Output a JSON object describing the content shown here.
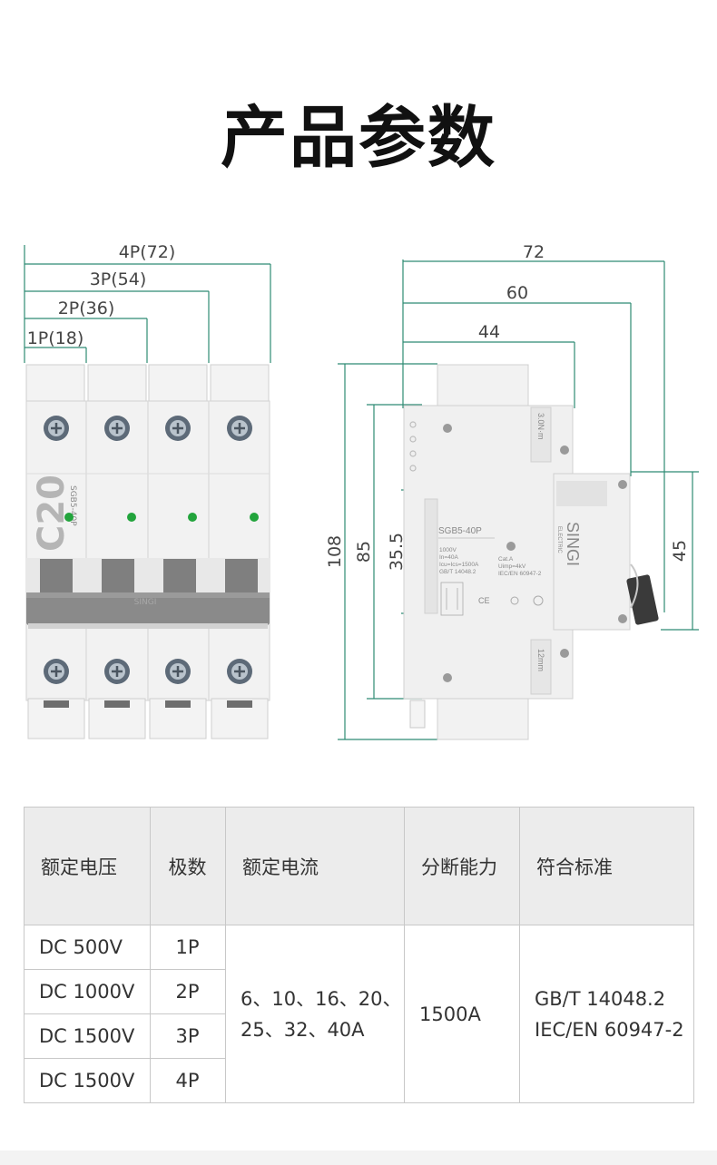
{
  "title": "产品参数",
  "front_view": {
    "dimensions": [
      "1P(18)",
      "2P(36)",
      "3P(54)",
      "4P(72)"
    ],
    "rating_label": "C20",
    "model_label": "SGB5-40P",
    "brand": "SINGI"
  },
  "side_view": {
    "widths": [
      "44",
      "60",
      "72"
    ],
    "heights": [
      "35.5",
      "85",
      "108",
      "45"
    ],
    "model_label": "SGB5-40P",
    "brand": "SINGI",
    "brand_sub": "ELECTRIC",
    "spec_lines": [
      "1000V",
      "In=40A",
      "Icu=Ics=1500A",
      "GB/T 14048.2"
    ],
    "spec_lines_right": [
      "Cat.A",
      "Uimp=4kV",
      "IEC/EN 60947-2"
    ],
    "top_arrow_text": "3.0N·m",
    "bottom_arrow_text": "12mm"
  },
  "table": {
    "headers": [
      "额定电压",
      "极数",
      "额定电流",
      "分断能力",
      "符合标准"
    ],
    "voltages": [
      "DC 500V",
      "DC 1000V",
      "DC 1500V",
      "DC 1500V"
    ],
    "poles": [
      "1P",
      "2P",
      "3P",
      "4P"
    ],
    "current_line1": "6、10、16、20、",
    "current_line2": "25、32、40A",
    "breaking": "1500A",
    "standard_line1": "GB/T 14048.2",
    "standard_line2": "IEC/EN 60947-2"
  },
  "colors": {
    "dim_line": "#2e8b73",
    "indicator": "#22a43c",
    "body": "#f2f2f2",
    "header_bg": "#ececec"
  }
}
